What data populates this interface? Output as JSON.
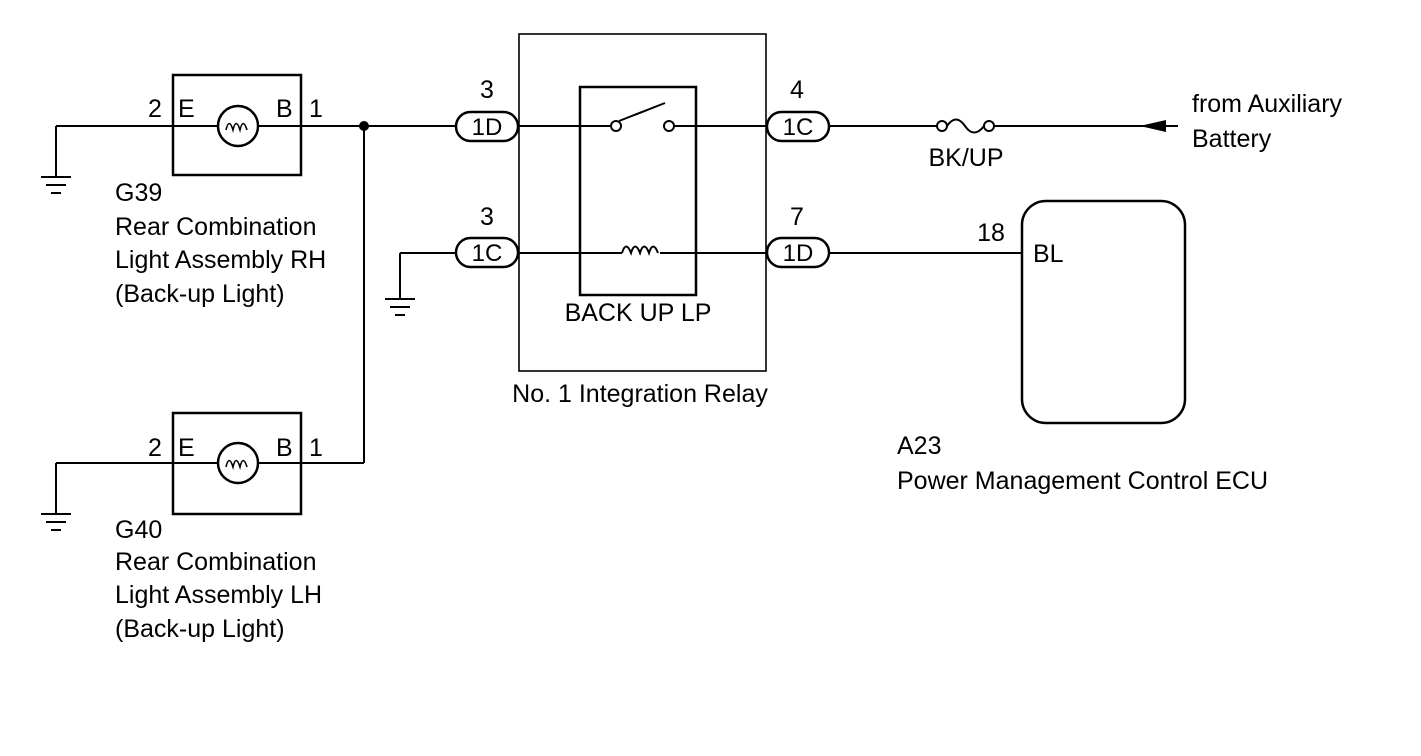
{
  "components": {
    "g39": {
      "code": "G39",
      "name_lines": [
        "Rear Combination",
        "Light Assembly RH",
        "(Back-up Light)"
      ],
      "terminal_left_label": "E",
      "terminal_right_label": "B",
      "pin_left": "2",
      "pin_right": "1"
    },
    "g40": {
      "code": "G40",
      "name_lines": [
        "Rear Combination",
        "Light Assembly LH",
        "(Back-up Light)"
      ],
      "terminal_left_label": "E",
      "terminal_right_label": "B",
      "pin_left": "2",
      "pin_right": "1"
    },
    "relay": {
      "name": "No. 1 Integration Relay",
      "inner_label": "BACK UP LP",
      "connectors": {
        "top_left": {
          "code": "1D",
          "pin": "3"
        },
        "bottom_left": {
          "code": "1C",
          "pin": "3"
        },
        "top_right": {
          "code": "1C",
          "pin": "4"
        },
        "bottom_right": {
          "code": "1D",
          "pin": "7"
        }
      }
    },
    "fuse": {
      "label": "BK/UP"
    },
    "source": {
      "label_lines": [
        "from Auxiliary",
        "Battery"
      ]
    },
    "ecu": {
      "code": "A23",
      "name": "Power Management Control ECU",
      "terminal_label": "BL",
      "pin": "18"
    }
  }
}
